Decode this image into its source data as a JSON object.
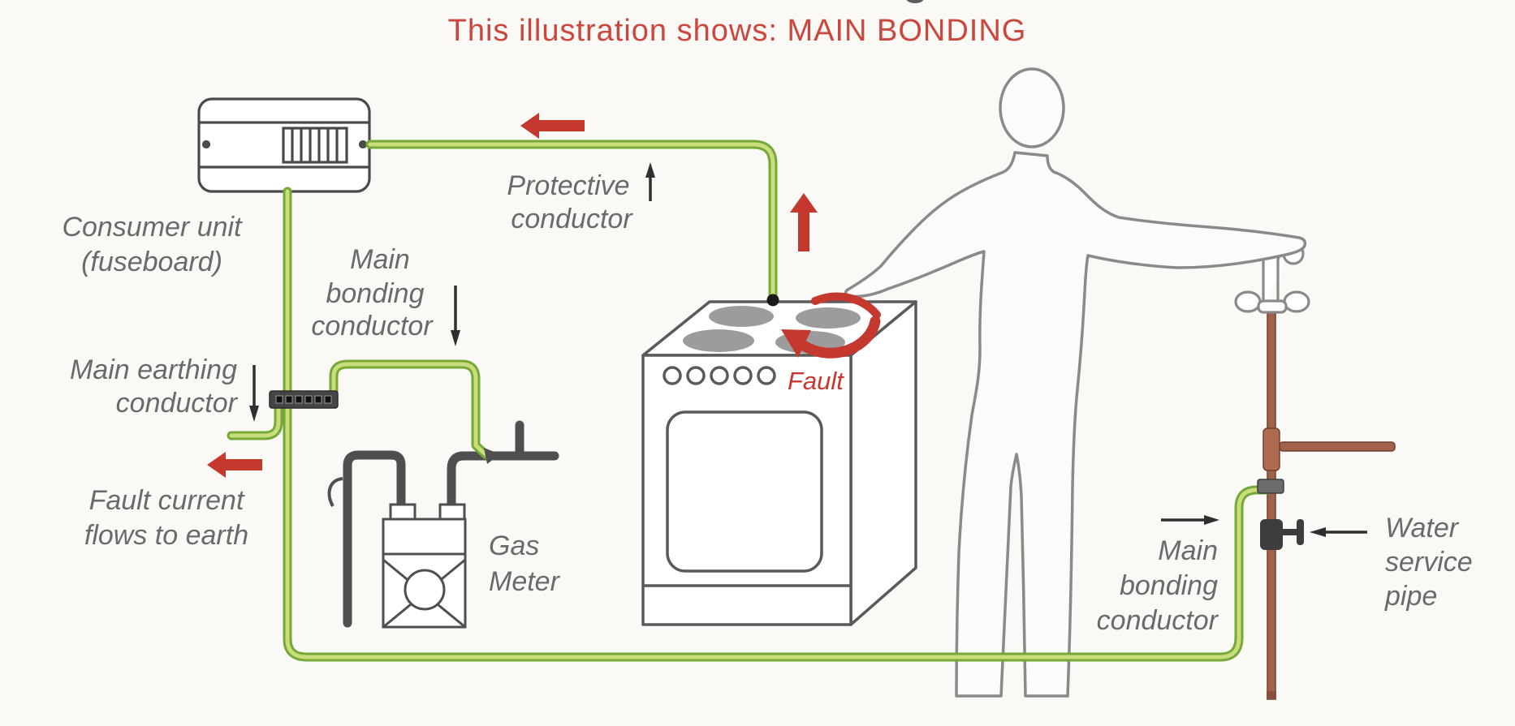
{
  "title": "This illustration shows: MAIN BONDING",
  "labels": {
    "consumer_unit": {
      "lines": [
        "Consumer unit",
        "(fuseboard)"
      ]
    },
    "protective_conductor": {
      "lines": [
        "Protective",
        "conductor"
      ]
    },
    "main_bonding_conductor_gas": {
      "lines": [
        "Main",
        "bonding",
        "conductor"
      ]
    },
    "main_earthing_conductor": {
      "lines": [
        "Main earthing",
        "conductor"
      ]
    },
    "fault_current": {
      "lines": [
        "Fault current",
        "flows to earth"
      ]
    },
    "gas_meter": {
      "lines": [
        "Gas",
        "Meter"
      ]
    },
    "fault": "Fault",
    "main_bonding_conductor_water": {
      "lines": [
        "Main",
        "bonding",
        "conductor"
      ]
    },
    "water_service_pipe": {
      "lines": [
        "Water",
        "service",
        "pipe"
      ]
    }
  },
  "colors": {
    "title_red": "#cb463c",
    "arrow_red": "#c5382e",
    "label_gray": "#6a6a6a",
    "wire_green_dark": "#74a936",
    "wire_green_light": "#cadd7d",
    "dark_pipe": "#4f4f4f",
    "outline_gray": "#8a8a8a",
    "appliance_gray": "#5a5a5a",
    "copper": "#a2614a",
    "copper_edge": "#6f4133",
    "background": "#faf9f6"
  }
}
